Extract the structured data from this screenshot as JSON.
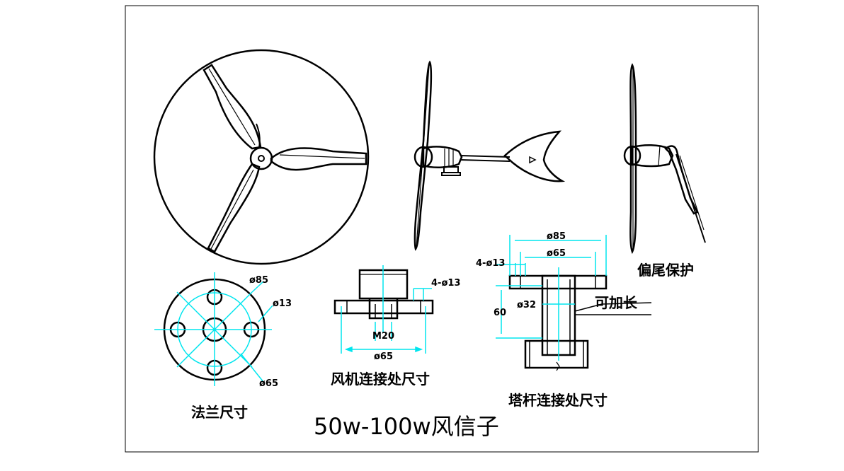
{
  "title": "50w-100w风信子",
  "colors": {
    "ink": "#000000",
    "dimension": "#00e5ee",
    "background": "#ffffff"
  },
  "views": {
    "side_view_caption": "偏尾保护"
  },
  "flange": {
    "caption": "法兰尺寸",
    "dims": {
      "outer": "ø85",
      "hole": "ø13",
      "pcd": "ø65"
    }
  },
  "turbine_connection": {
    "caption": "风机连接处尺寸",
    "dims": {
      "holes": "4-ø13",
      "thread": "M20",
      "pcd": "ø65"
    }
  },
  "tower_connection": {
    "caption": "塔杆连接处尺寸",
    "dims": {
      "outer": "ø85",
      "pcd": "ø65",
      "holes": "4-ø13",
      "bore": "ø32",
      "height": "60"
    },
    "note": "可加长"
  }
}
